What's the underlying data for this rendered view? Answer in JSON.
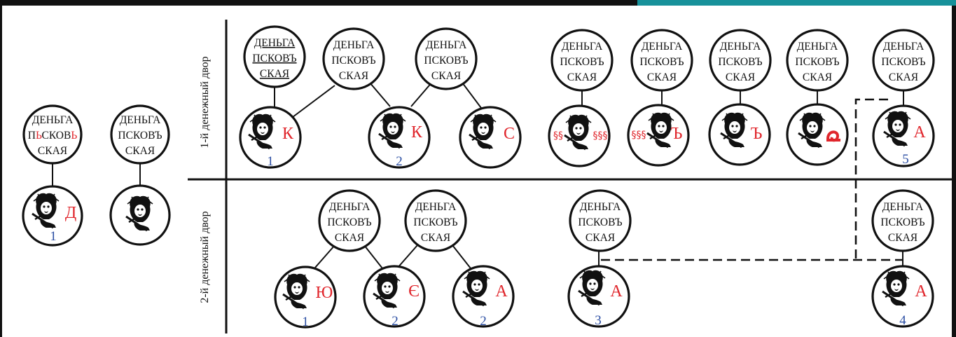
{
  "legend_words": [
    "ДЕНЬГА",
    "ПСКОВЪ",
    "СКАЯ"
  ],
  "left_coin_red_letter": "Ь",
  "left_coin_line2_parts": [
    "П",
    "Ь",
    "СКОВ",
    "Ь"
  ],
  "row_labels": [
    "1-й денежный двор",
    "2-й денежный двор"
  ],
  "marks": {
    "k": "К",
    "s": "С",
    "yer": "Ъ",
    "a": "А",
    "yu": "Ю",
    "ye": "Є",
    "de": "Д"
  },
  "numbers": {
    "n1": "1",
    "n2": "2",
    "n3": "3",
    "n4": "4",
    "n5": "5"
  },
  "colors": {
    "text": "#111111",
    "mark": "#e0262c",
    "number": "#2b4ea3",
    "accent": "#17919a"
  }
}
